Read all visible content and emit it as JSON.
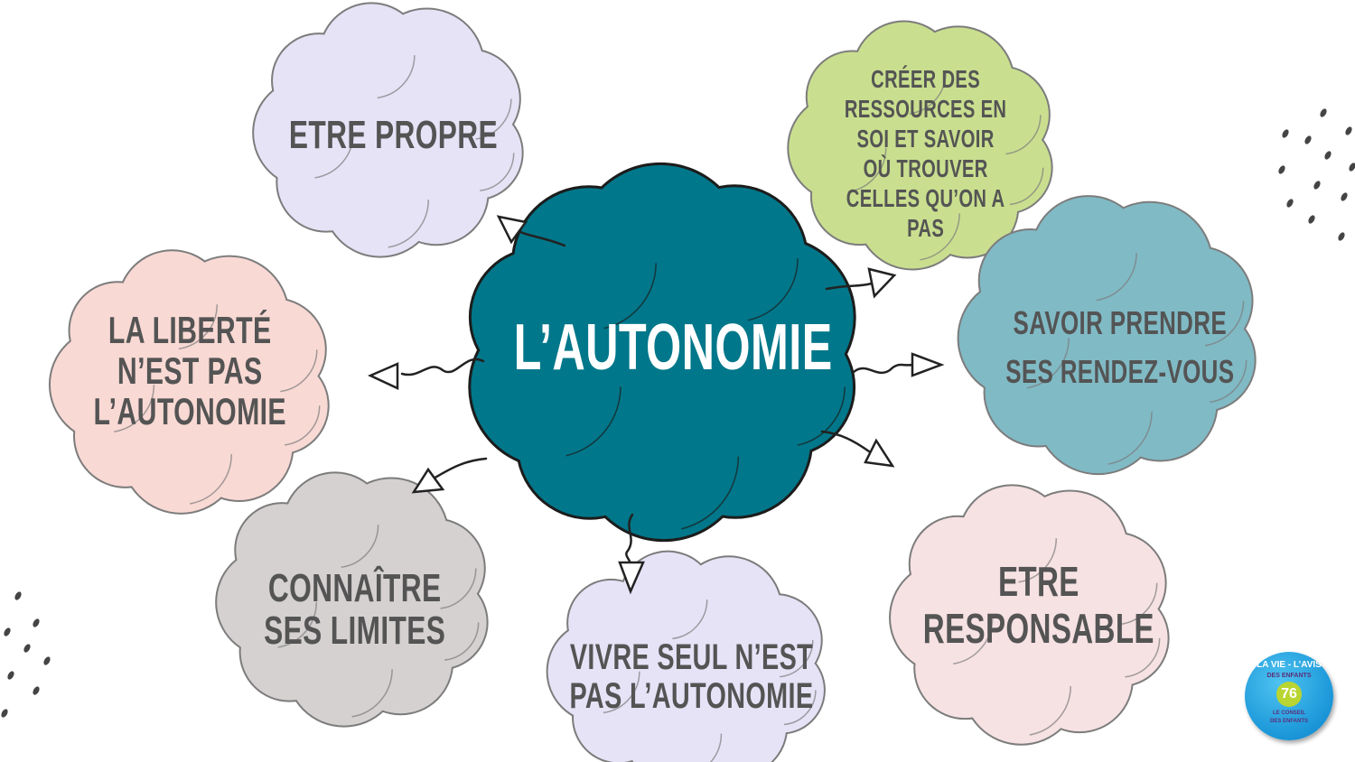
{
  "center": {
    "label": "L’AUTONOMIE",
    "fill": "#00778a"
  },
  "bubbles": [
    {
      "id": "etre-propre",
      "lines": [
        "ETRE PROPRE"
      ],
      "fill": "#e6e3f7"
    },
    {
      "id": "creer-ressources",
      "lines": [
        "CRÉER DES",
        "RESSOURCES EN",
        "SOI ET SAVOIR",
        "OÙ TROUVER",
        "CELLES QU’ON A",
        "PAS"
      ],
      "fill": "#c9df8f"
    },
    {
      "id": "la-liberte",
      "lines": [
        "LA LIBERTÉ",
        "N’EST PAS",
        "L’AUTONOMIE"
      ],
      "fill": "#f9d9d4"
    },
    {
      "id": "savoir-rdv",
      "lines": [
        "SAVOIR PRENDRE",
        "SES RENDEZ-VOUS"
      ],
      "fill": "#80bac5"
    },
    {
      "id": "connaitre-limites",
      "lines": [
        "CONNAÎTRE",
        "SES LIMITES"
      ],
      "fill": "#d4d1d0"
    },
    {
      "id": "vivre-seul",
      "lines": [
        "VIVRE SEUL N’EST",
        "PAS L’AUTONOMIE"
      ],
      "fill": "#e6e3f7"
    },
    {
      "id": "etre-responsable",
      "lines": [
        "ETRE",
        "RESPONSABLE"
      ],
      "fill": "#f6e1e3"
    }
  ],
  "logo": {
    "top": "LA VIE - L’AVIS",
    "middle": "DES ENFANTS",
    "number": "76",
    "bottom1": "LE CONSEIL",
    "bottom2": "DES ENFANTS"
  }
}
